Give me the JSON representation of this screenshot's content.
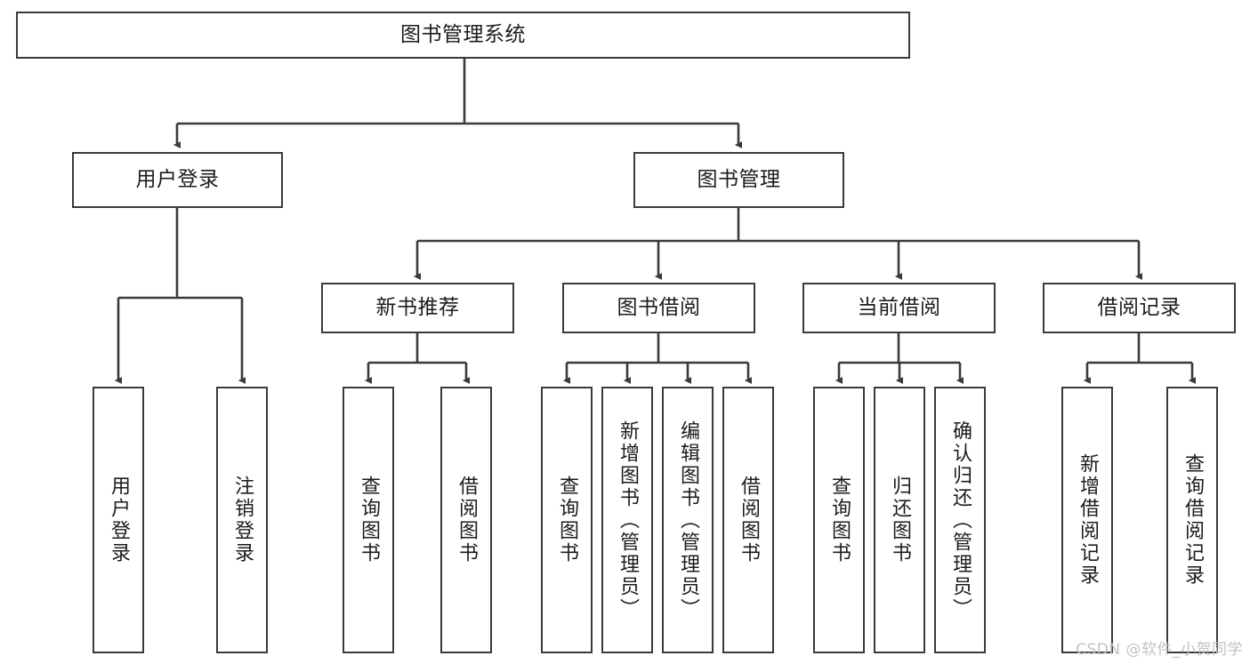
{
  "diagram": {
    "type": "tree",
    "title": "图书管理系统",
    "orientation": "top-down",
    "colors": {
      "box_border": "#3a3a3a",
      "box_fill": "#ffffff",
      "edge": "#3a3a3a",
      "text": "#1c1c1c",
      "watermark": "#c2c2c2",
      "background": "#ffffff"
    },
    "root": {
      "label": "图书管理系统"
    },
    "level2": [
      {
        "label": "用户登录"
      },
      {
        "label": "图书管理"
      }
    ],
    "level3": [
      {
        "label": "新书推荐"
      },
      {
        "label": "图书借阅"
      },
      {
        "label": "当前借阅"
      },
      {
        "label": "借阅记录"
      }
    ],
    "leaves": {
      "user_login": [
        {
          "label": "用户登录"
        },
        {
          "label": "注销登录"
        }
      ],
      "new_book_recommend": [
        {
          "label": "查询图书"
        },
        {
          "label": "借阅图书"
        }
      ],
      "book_borrow": [
        {
          "label": "查询图书"
        },
        {
          "label": "新增图书（管理员）"
        },
        {
          "label": "编辑图书（管理员）"
        },
        {
          "label": "借阅图书"
        }
      ],
      "current_borrow": [
        {
          "label": "查询图书"
        },
        {
          "label": "归还图书"
        },
        {
          "label": "确认归还（管理员）"
        }
      ],
      "borrow_record": [
        {
          "label": "新增借阅记录"
        },
        {
          "label": "查询借阅记录"
        }
      ]
    },
    "watermark": "CSDN @软件_小贺同学"
  }
}
